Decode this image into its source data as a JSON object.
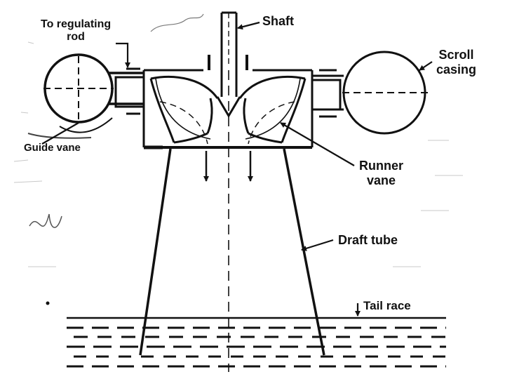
{
  "diagram": {
    "labels": {
      "regulating_rod": [
        "To regulating",
        "rod"
      ],
      "shaft": "Shaft",
      "scroll_casing": [
        "Scroll",
        "casing"
      ],
      "guide_vane": "Guide vane",
      "runner_vane": [
        "Runner",
        "vane"
      ],
      "draft_tube": "Draft tube",
      "tail_race": "Tail race"
    }
  },
  "colors": {
    "ink": "#111111",
    "paper": "#ffffff",
    "scribble": "#7a7a7a"
  }
}
